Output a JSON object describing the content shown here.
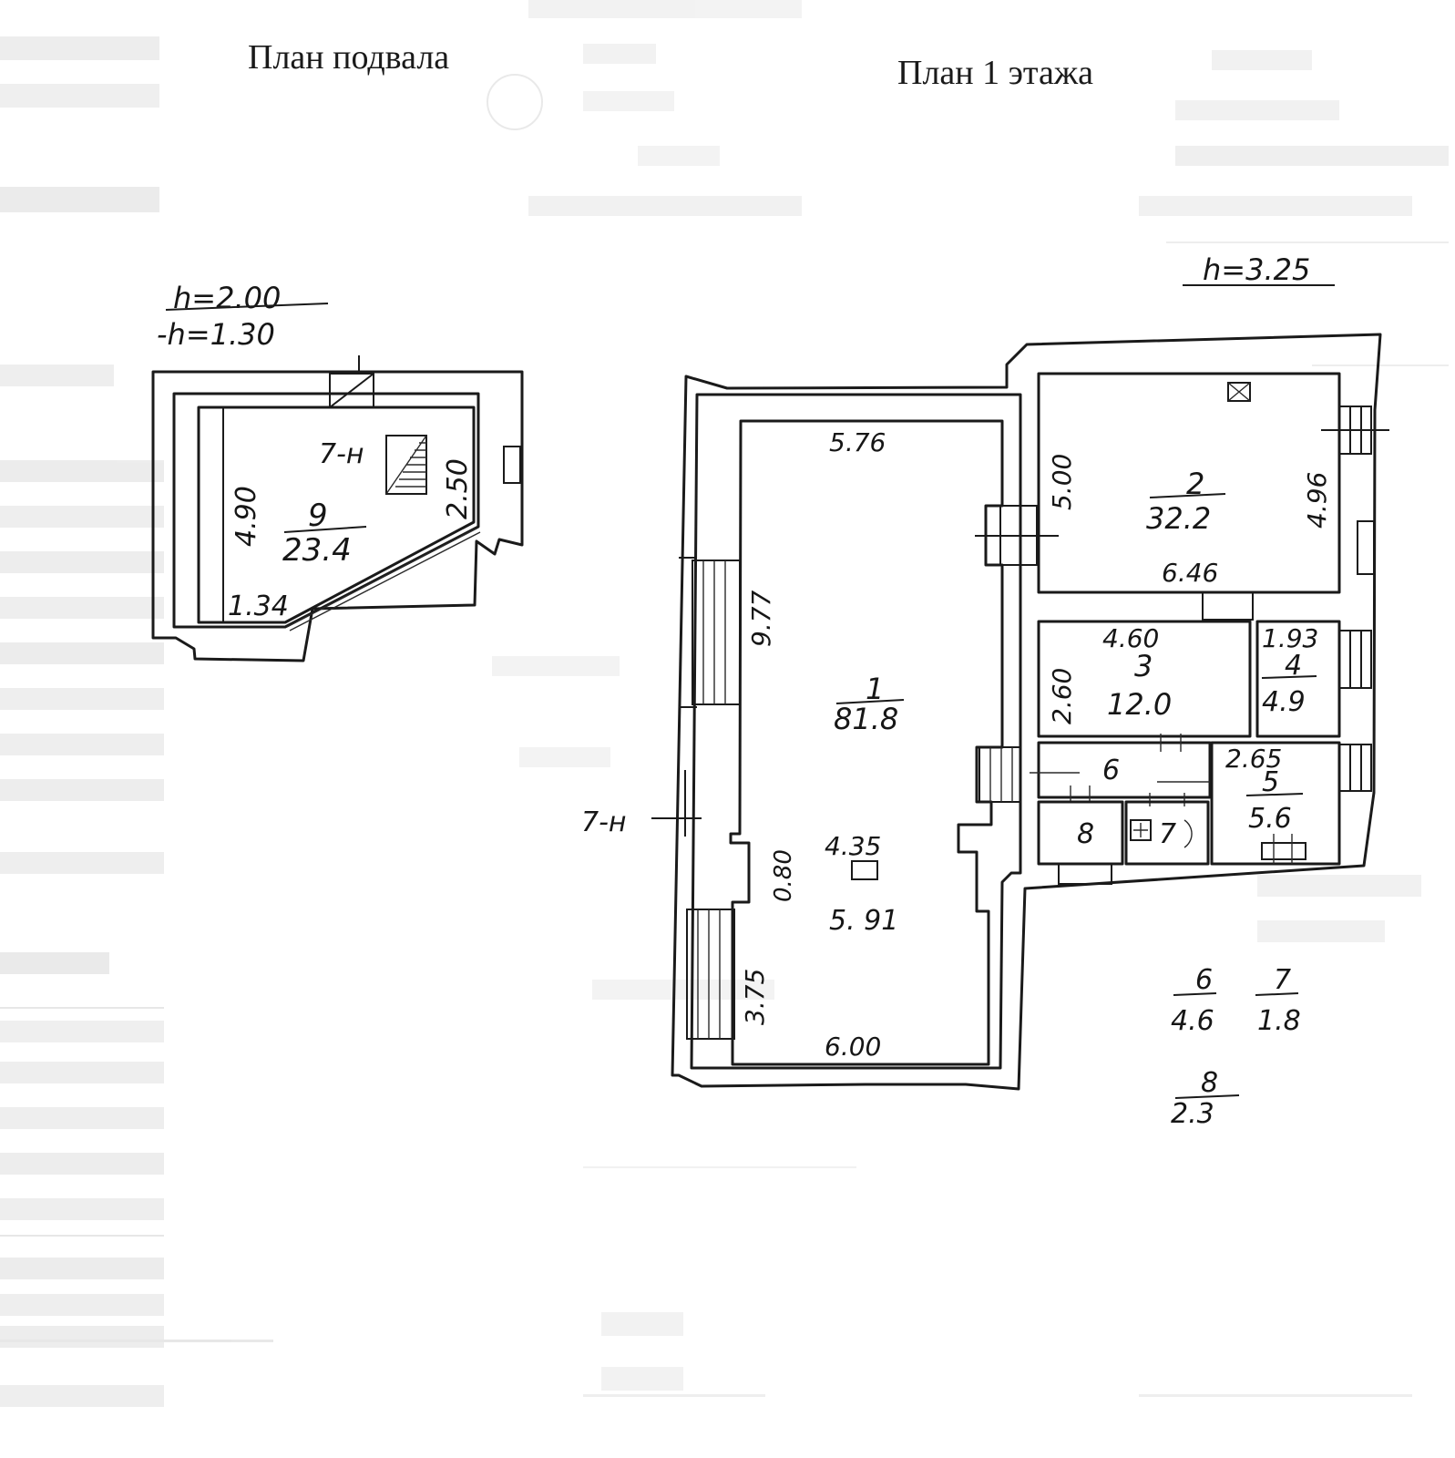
{
  "titles": {
    "basement": "План подвала",
    "first_floor": "План 1 этажа"
  },
  "basement": {
    "height": "h=2.00",
    "depth": "-h=1.30",
    "stair_label": "7-н",
    "room_number": "9",
    "room_area": "23.4",
    "dim_left": "4.90",
    "dim_right": "2.50",
    "dim_bottom": "1.34"
  },
  "first_floor": {
    "height": "h=3.25",
    "stair_label": "7-н",
    "rooms": [
      {
        "number": "1",
        "area": "81.8"
      },
      {
        "number": "2",
        "area": "32.2"
      },
      {
        "number": "3",
        "area": "12.0"
      },
      {
        "number": "4",
        "area": "4.9"
      },
      {
        "number": "5",
        "area": "5.6"
      },
      {
        "number": "6",
        "area": ""
      },
      {
        "number": "7",
        "area": ""
      },
      {
        "number": "8",
        "area": ""
      }
    ],
    "dims": {
      "r1_top": "5.76",
      "r1_left": "9.77",
      "r1_mid": "4.35",
      "r1_wall": "0.80",
      "r1_lower": "5. 91",
      "r1_left_lower": "3.75",
      "r1_bottom": "6.00",
      "r2_left": "5.00",
      "r2_right": "4.96",
      "r2_bottom": "6.46",
      "r3_top": "4.60",
      "r3_left": "2.60",
      "r4_top": "1.93",
      "r5_top": "2.65"
    },
    "legend": [
      {
        "number": "6",
        "area": "4.6"
      },
      {
        "number": "7",
        "area": "1.8"
      },
      {
        "number": "8",
        "area": "2.3"
      }
    ]
  }
}
